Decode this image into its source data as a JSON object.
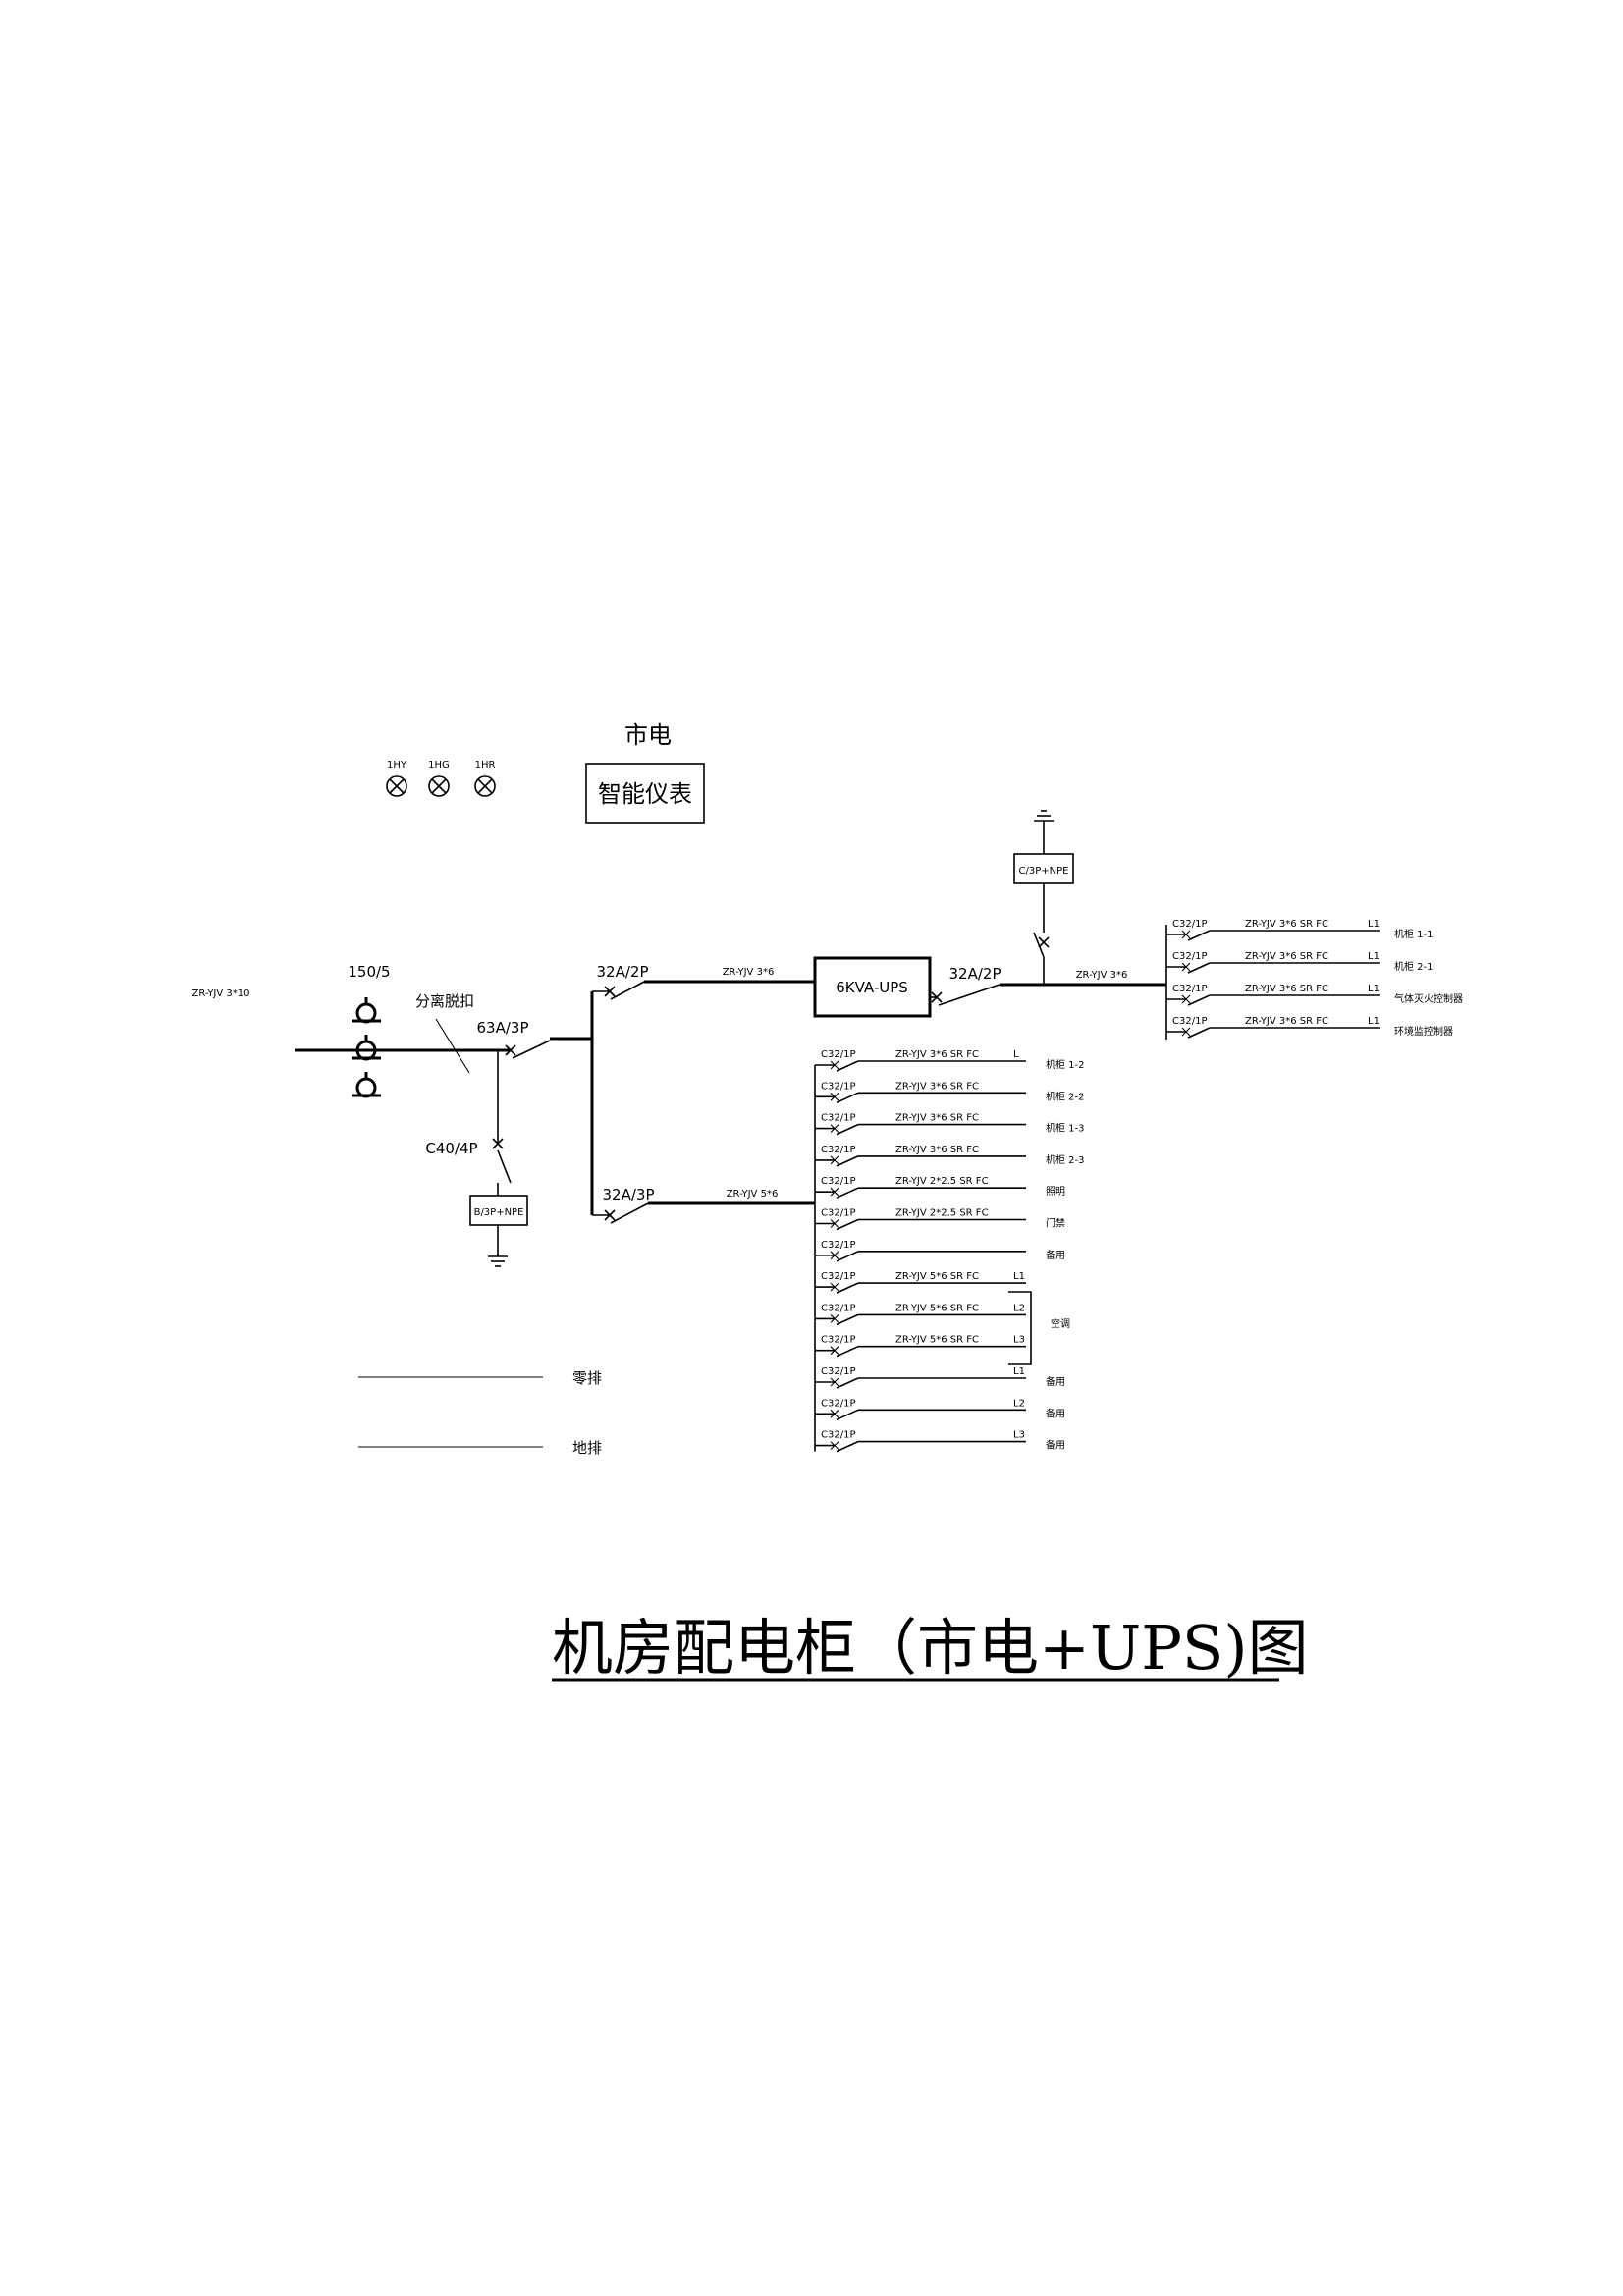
{
  "header": {
    "mains_label": "市电",
    "meter_label": "智能仪表",
    "lamps": [
      "1HY",
      "1HG",
      "1HR"
    ]
  },
  "main": {
    "incoming_cable": "ZR-YJV 3*10",
    "ct_ratio": "150/5",
    "shunt_trip": "分离脱扣",
    "main_breaker": "63A/3P",
    "spd_breaker": "C40/4P",
    "spd_box": "B/3P+NPE",
    "ups_in_breaker": "32A/2P",
    "ups_in_cable": "ZR-YJV 3*6",
    "ups_box": "6KVA-UPS",
    "ups_out_breaker": "32A/2P",
    "ups_out_cable": "ZR-YJV 3*6",
    "ups_spd_box": "C/3P+NPE",
    "dist_breaker": "32A/3P",
    "dist_cable": "ZR-YJV 5*6"
  },
  "ups_branches": [
    {
      "breaker": "C32/1P",
      "cable": "ZR-YJV 3*6 SR FC",
      "phase": "L1",
      "load": "机柜 1-1"
    },
    {
      "breaker": "C32/1P",
      "cable": "ZR-YJV 3*6 SR FC",
      "phase": "L1",
      "load": "机柜 2-1"
    },
    {
      "breaker": "C32/1P",
      "cable": "ZR-YJV 3*6 SR FC",
      "phase": "L1",
      "load": "气体灭火控制器"
    },
    {
      "breaker": "C32/1P",
      "cable": "ZR-YJV 3*6 SR FC",
      "phase": "L1",
      "load": "环境监控制器"
    }
  ],
  "dist_branches": [
    {
      "breaker": "C32/1P",
      "cable": "ZR-YJV 3*6 SR FC",
      "phase": "L",
      "load": "机柜 1-2"
    },
    {
      "breaker": "C32/1P",
      "cable": "ZR-YJV 3*6 SR FC",
      "phase": "",
      "load": "机柜 2-2"
    },
    {
      "breaker": "C32/1P",
      "cable": "ZR-YJV 3*6 SR FC",
      "phase": "",
      "load": "机柜 1-3"
    },
    {
      "breaker": "C32/1P",
      "cable": "ZR-YJV 3*6 SR FC",
      "phase": "",
      "load": "机柜 2-3"
    },
    {
      "breaker": "C32/1P",
      "cable": "ZR-YJV 2*2.5 SR FC",
      "phase": "",
      "load": "照明"
    },
    {
      "breaker": "C32/1P",
      "cable": "ZR-YJV 2*2.5 SR FC",
      "phase": "",
      "load": "门禁"
    },
    {
      "breaker": "C32/1P",
      "cable": "",
      "phase": "",
      "load": "备用"
    },
    {
      "breaker": "C32/1P",
      "cable": "ZR-YJV 5*6 SR FC",
      "phase": "L1",
      "load": ""
    },
    {
      "breaker": "C32/1P",
      "cable": "ZR-YJV 5*6 SR FC",
      "phase": "L2",
      "load": ""
    },
    {
      "breaker": "C32/1P",
      "cable": "ZR-YJV 5*6 SR FC",
      "phase": "L3",
      "load": ""
    },
    {
      "breaker": "C32/1P",
      "cable": "",
      "phase": "L1",
      "load": "备用"
    },
    {
      "breaker": "C32/1P",
      "cable": "",
      "phase": "L2",
      "load": "备用"
    },
    {
      "breaker": "C32/1P",
      "cable": "",
      "phase": "L3",
      "load": "备用"
    }
  ],
  "ac_group_label": "空调",
  "bars": {
    "neutral": "零排",
    "earth": "地排"
  },
  "title": "机房配电柜（市电+UPS)图"
}
